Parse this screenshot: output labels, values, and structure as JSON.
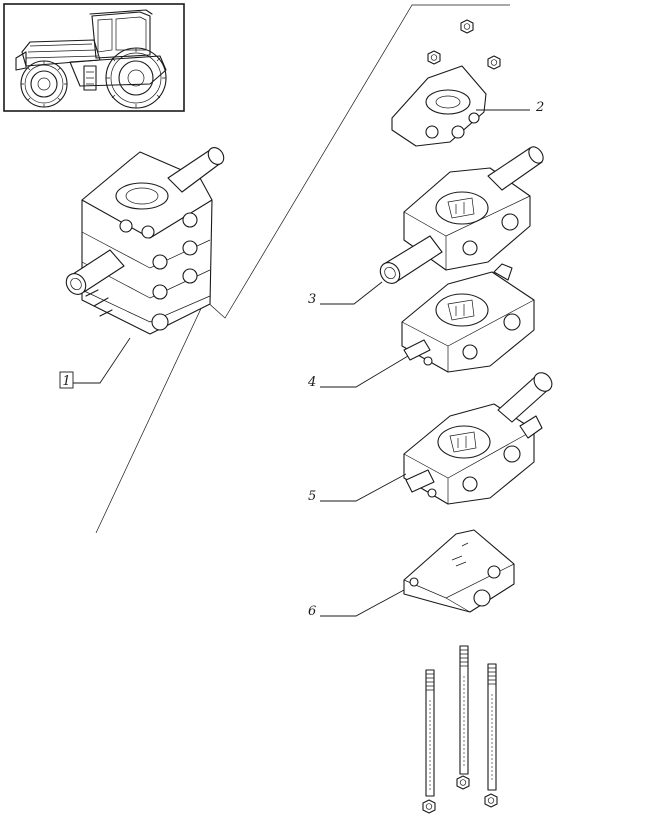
{
  "callouts": {
    "c1": "1",
    "c2": "2",
    "c3": "3",
    "c4": "4",
    "c5": "5",
    "c6": "6"
  },
  "icons": {
    "tractor": "tractor-icon",
    "assembly": "valve-assembly-icon"
  },
  "colors": {
    "ink": "#1a1a1a",
    "paper": "#ffffff"
  }
}
